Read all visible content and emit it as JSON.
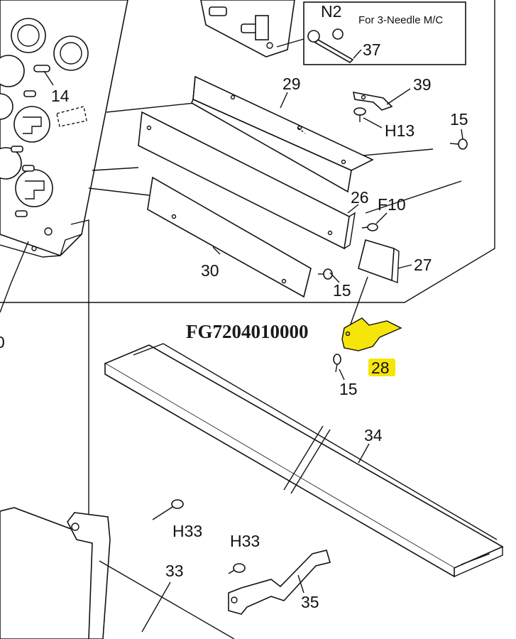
{
  "note": {
    "text": "For 3-Needle M/C"
  },
  "part_number": "FG7204010000",
  "highlight_color": "#f5e50a",
  "labels": {
    "n2": "N2",
    "l37": "37",
    "l14": "14",
    "l29": "29",
    "l39": "39",
    "h13": "H13",
    "l15a": "15",
    "l26": "26",
    "f10": "F10",
    "l27": "27",
    "l30": "30",
    "l15b": "15",
    "l0": "0",
    "l28": "28",
    "l15c": "15",
    "l34": "34",
    "h33a": "H33",
    "h33b": "H33",
    "l33": "33",
    "l35": "35"
  }
}
